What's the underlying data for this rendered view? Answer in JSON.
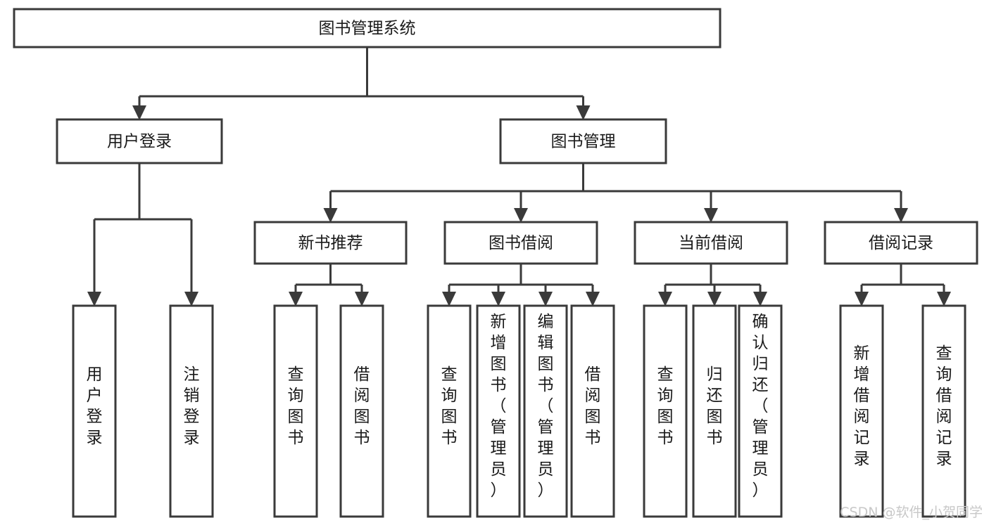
{
  "diagram": {
    "title": "图书管理系统",
    "type": "tree-hierarchy-chart",
    "orientation": "top-down",
    "colors": {
      "box_fill": "#ffffff",
      "box_stroke": "#3a3a3a",
      "connector": "#3a3a3a",
      "text": "#1a1a1a",
      "background": "#ffffff",
      "watermark": "#c8c8c8"
    },
    "nodes": {
      "root": {
        "label": "图书管理系统",
        "level": 0,
        "text_orientation": "horizontal"
      },
      "user_login": {
        "label": "用户登录",
        "level": 1,
        "text_orientation": "horizontal"
      },
      "book_manage": {
        "label": "图书管理",
        "level": 1,
        "text_orientation": "horizontal"
      },
      "new_book_rec": {
        "label": "新书推荐",
        "level": 2,
        "text_orientation": "horizontal"
      },
      "book_borrow": {
        "label": "图书借阅",
        "level": 2,
        "text_orientation": "horizontal"
      },
      "current_borrow": {
        "label": "当前借阅",
        "level": 2,
        "text_orientation": "horizontal"
      },
      "borrow_record": {
        "label": "借阅记录",
        "level": 2,
        "text_orientation": "horizontal"
      },
      "leaf_user_login": {
        "label": "用户登录",
        "level": 2,
        "text_orientation": "vertical"
      },
      "leaf_logout": {
        "label": "注销登录",
        "level": 2,
        "text_orientation": "vertical"
      },
      "leaf_query_book_a": {
        "label": "查询图书",
        "level": 3,
        "text_orientation": "vertical"
      },
      "leaf_borrow_book_a": {
        "label": "借阅图书",
        "level": 3,
        "text_orientation": "vertical"
      },
      "leaf_query_book_b": {
        "label": "查询图书",
        "level": 3,
        "text_orientation": "vertical"
      },
      "leaf_add_book": {
        "label": "新增图书（管理员）",
        "level": 3,
        "text_orientation": "vertical"
      },
      "leaf_edit_book": {
        "label": "编辑图书（管理员）",
        "level": 3,
        "text_orientation": "vertical"
      },
      "leaf_borrow_book_b": {
        "label": "借阅图书",
        "level": 3,
        "text_orientation": "vertical"
      },
      "leaf_query_book_c": {
        "label": "查询图书",
        "level": 3,
        "text_orientation": "vertical"
      },
      "leaf_return_book": {
        "label": "归还图书",
        "level": 3,
        "text_orientation": "vertical"
      },
      "leaf_confirm_return": {
        "label": "确认归还（管理员）",
        "level": 3,
        "text_orientation": "vertical"
      },
      "leaf_add_record": {
        "label": "新增借阅记录",
        "level": 3,
        "text_orientation": "vertical"
      },
      "leaf_query_record": {
        "label": "查询借阅记录",
        "level": 3,
        "text_orientation": "vertical"
      }
    },
    "edges": [
      {
        "from": "root",
        "to": "user_login"
      },
      {
        "from": "root",
        "to": "book_manage"
      },
      {
        "from": "user_login",
        "to": "leaf_user_login"
      },
      {
        "from": "user_login",
        "to": "leaf_logout"
      },
      {
        "from": "book_manage",
        "to": "new_book_rec"
      },
      {
        "from": "book_manage",
        "to": "book_borrow"
      },
      {
        "from": "book_manage",
        "to": "current_borrow"
      },
      {
        "from": "book_manage",
        "to": "borrow_record"
      },
      {
        "from": "new_book_rec",
        "to": "leaf_query_book_a"
      },
      {
        "from": "new_book_rec",
        "to": "leaf_borrow_book_a"
      },
      {
        "from": "book_borrow",
        "to": "leaf_query_book_b"
      },
      {
        "from": "book_borrow",
        "to": "leaf_add_book"
      },
      {
        "from": "book_borrow",
        "to": "leaf_edit_book"
      },
      {
        "from": "book_borrow",
        "to": "leaf_borrow_book_b"
      },
      {
        "from": "current_borrow",
        "to": "leaf_query_book_c"
      },
      {
        "from": "current_borrow",
        "to": "leaf_return_book"
      },
      {
        "from": "current_borrow",
        "to": "leaf_confirm_return"
      },
      {
        "from": "borrow_record",
        "to": "leaf_add_record"
      },
      {
        "from": "borrow_record",
        "to": "leaf_query_record"
      }
    ]
  },
  "watermark": {
    "text": "CSDN @软件_小贺同学"
  }
}
